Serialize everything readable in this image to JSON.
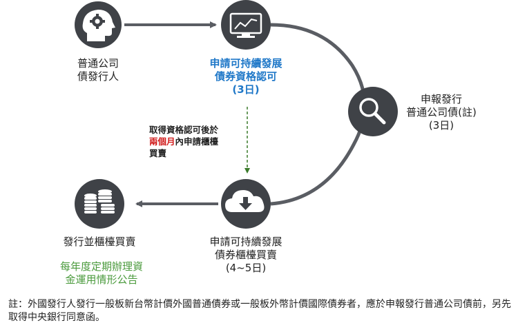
{
  "colors": {
    "circle": "#3f4247",
    "arrow": "#5a5d63",
    "accent_blue": "#1f78c8",
    "accent_red": "#d11c1c",
    "accent_green": "#4a9a3c",
    "dashed": "#3a7a2a"
  },
  "nodes": {
    "issuer": {
      "icon": "head-gear-icon",
      "lines": [
        "普通公司",
        "債發行人"
      ]
    },
    "qualification": {
      "icon": "monitor-chart-icon",
      "lines": [
        "申請可持續發展",
        "債券資格認可",
        "(3日)"
      ]
    },
    "report": {
      "icon": "magnifier-icon",
      "lines": [
        "申報發行",
        "普通公司債(註)",
        "(3日)"
      ]
    },
    "otc_apply": {
      "icon": "cloud-download-icon",
      "lines": [
        "申請可持續發展",
        "債券櫃檯買賣",
        "(4~5日)"
      ]
    },
    "otc_trade": {
      "icon": "coins-stack-icon",
      "lines": [
        "發行並櫃檯買賣"
      ]
    }
  },
  "condition": {
    "line1": "取得資格認可後於",
    "line2_red": "兩個月",
    "line2_rest": "內申請櫃檯",
    "line3": "買賣"
  },
  "annual": {
    "lines": [
      "每年度定期辦理資",
      "金運用情形公告"
    ]
  },
  "note": "註：外國發行人發行一般板新台幣計價外國普通債券或一般板外幣計價國際債券者，應於申報發行普通公司債前，另先取得中央銀行同意函。"
}
